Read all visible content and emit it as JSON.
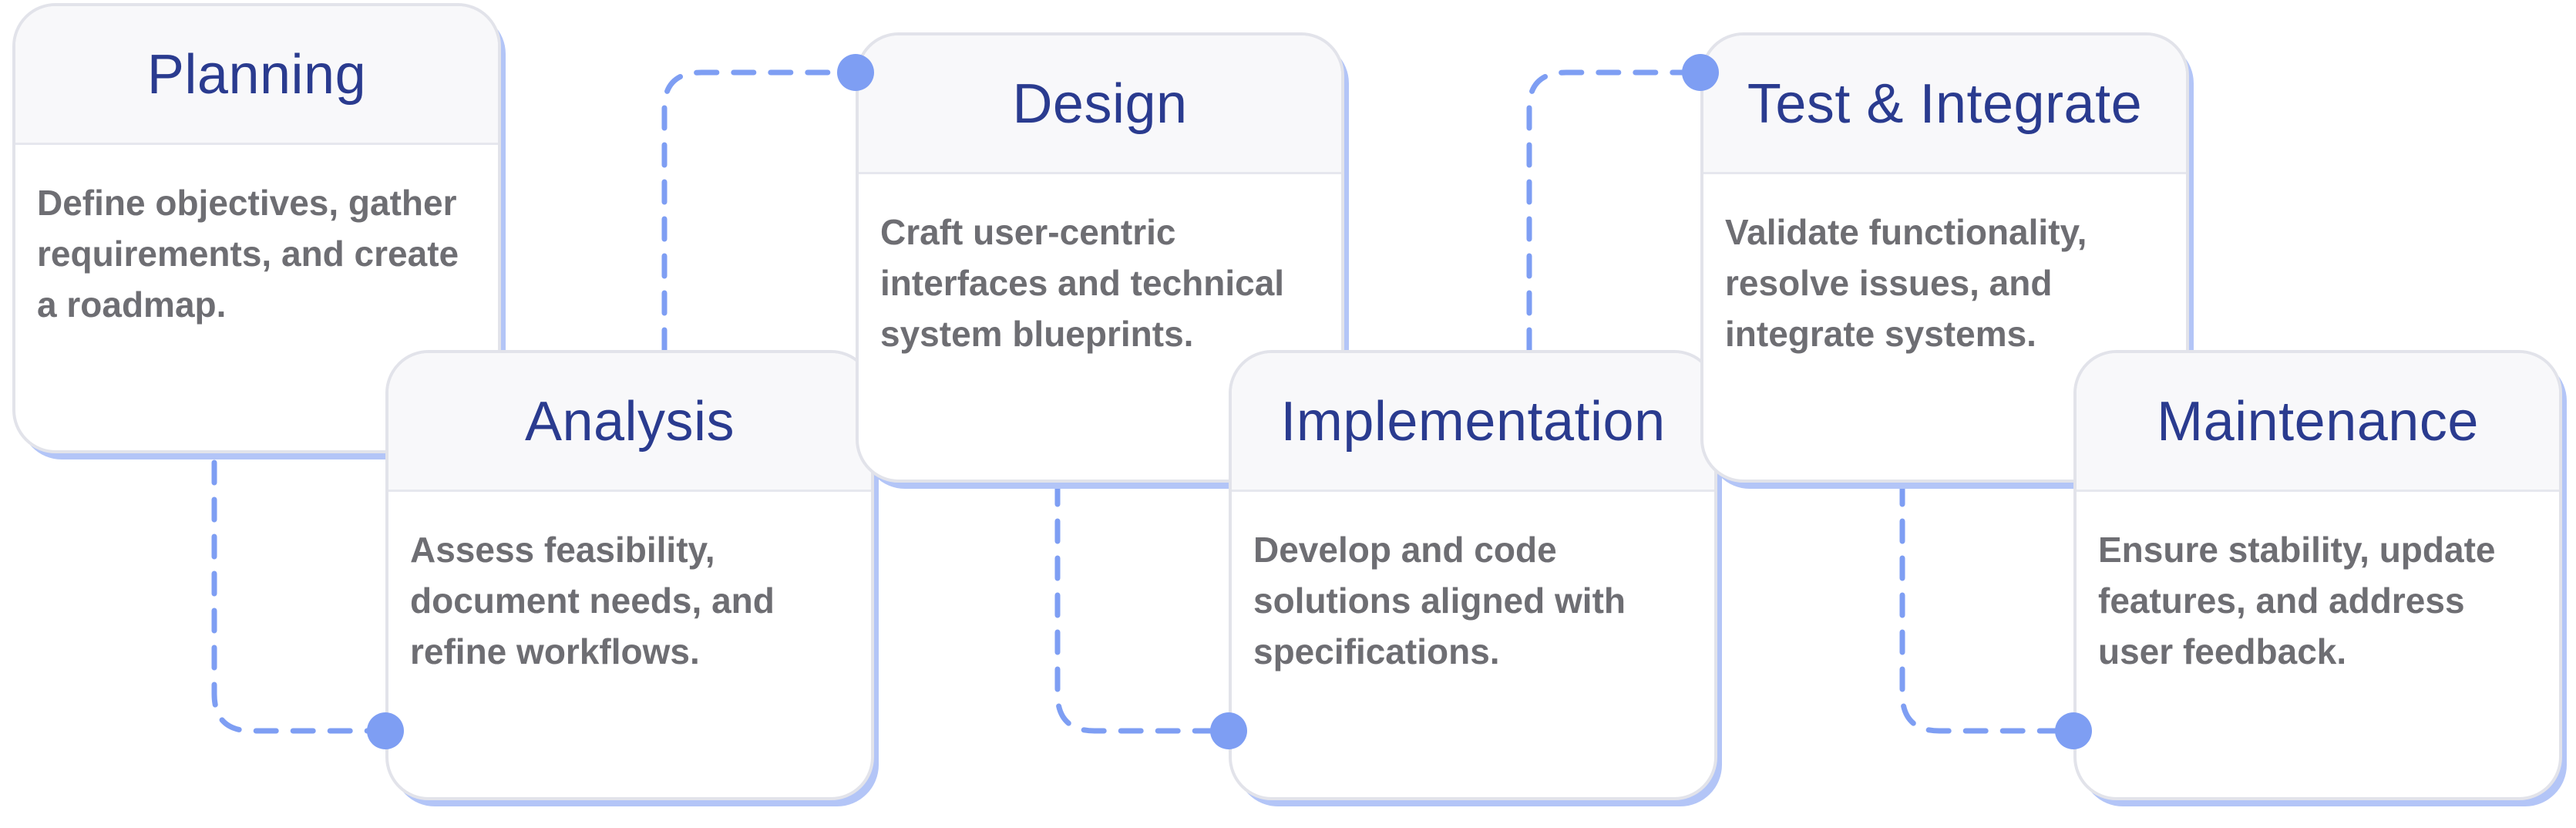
{
  "colors": {
    "accent": "#7e9ef3",
    "title": "#2a3b8f",
    "body_text": "#6e6e73",
    "card_border": "#e2e3ea",
    "card_header_bg": "#f8f8fa",
    "card_shadow": "#b3c5f7"
  },
  "stages": [
    {
      "title": "Planning",
      "description": "Define objectives, gather requirements, and create a roadmap."
    },
    {
      "title": "Analysis",
      "description": "Assess feasibility, document needs, and refine workflows."
    },
    {
      "title": "Design",
      "description": "Craft user-centric interfaces and technical system blueprints."
    },
    {
      "title": "Implementation",
      "description": "Develop and code solutions aligned with specifications."
    },
    {
      "title": "Test & Integrate",
      "description": "Validate functionality, resolve issues, and integrate systems."
    },
    {
      "title": "Maintenance",
      "description": "Ensure stability, update features, and address user feedback."
    }
  ]
}
